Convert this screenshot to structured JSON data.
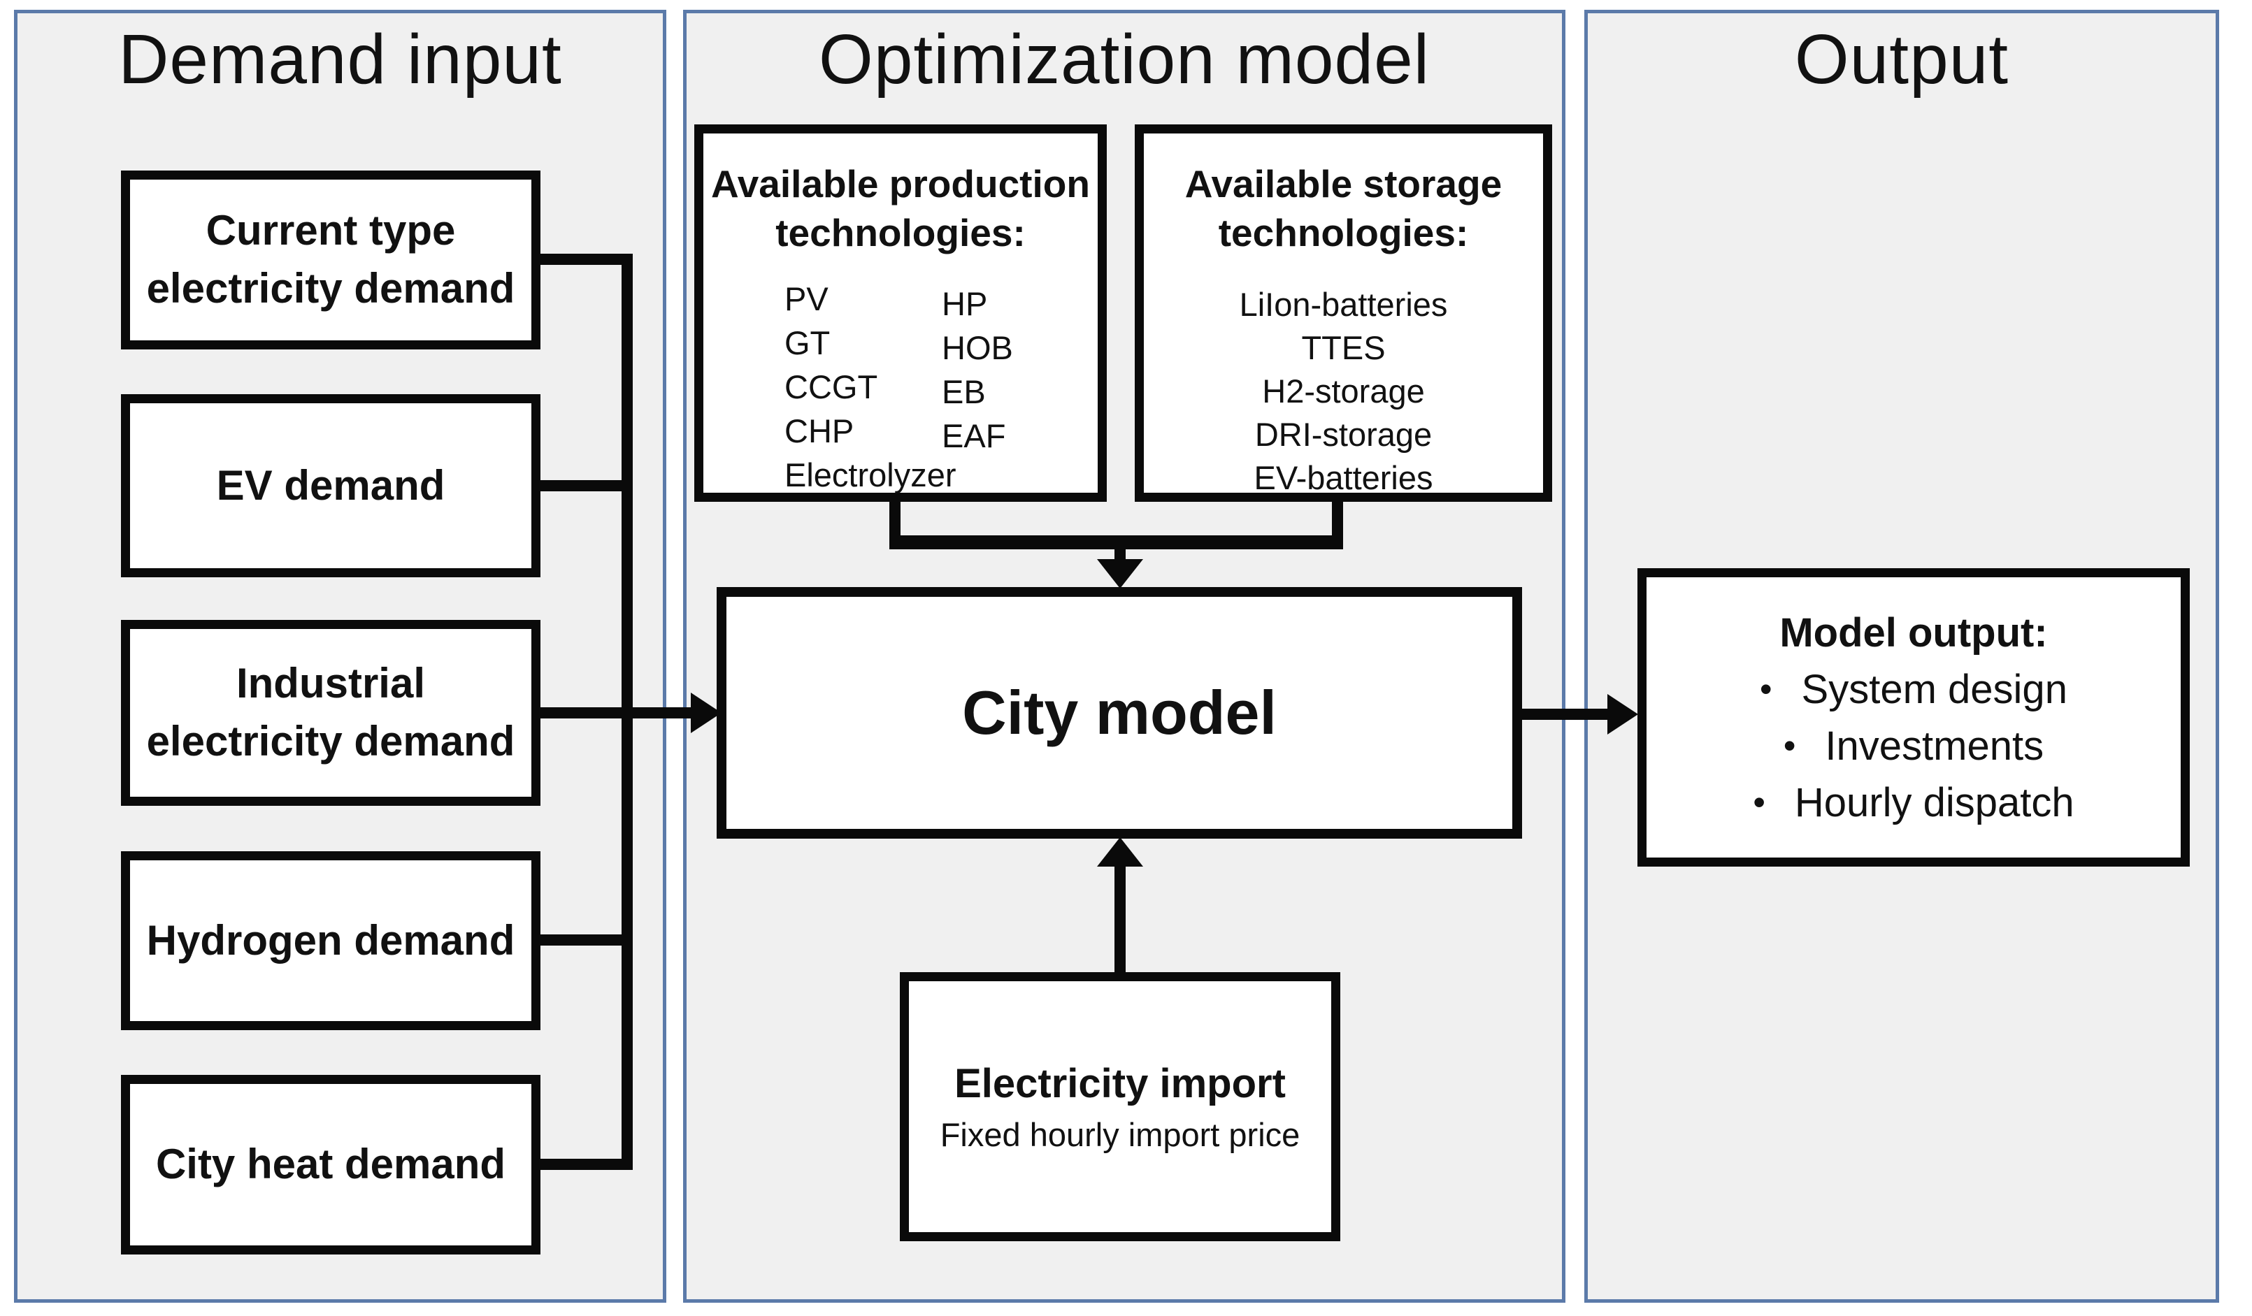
{
  "demand": {
    "title": "Demand input",
    "boxes": [
      {
        "line1": "Current type",
        "line2": "electricity demand"
      },
      {
        "line1": "EV demand",
        "line2": ""
      },
      {
        "line1": "Industrial",
        "line2": "electricity demand"
      },
      {
        "line1": "Hydrogen demand",
        "line2": ""
      },
      {
        "line1": "City heat demand",
        "line2": ""
      }
    ]
  },
  "optimization": {
    "title": "Optimization model",
    "production": {
      "heading_line1": "Available production",
      "heading_line2": "technologies:",
      "col1": [
        "PV",
        "GT",
        "CCGT",
        "CHP",
        "Electrolyzer"
      ],
      "col2": [
        "HP",
        "HOB",
        "EB",
        "EAF"
      ]
    },
    "storage": {
      "heading_line1": "Available storage",
      "heading_line2": "technologies:",
      "items": [
        "LiIon-batteries",
        "TTES",
        "H2-storage",
        "DRI-storage",
        "EV-batteries"
      ]
    },
    "city_model_label": "City model",
    "electricity_import": {
      "title": "Electricity import",
      "subtitle": "Fixed hourly import price"
    }
  },
  "output": {
    "title": "Output",
    "model_output": {
      "heading": "Model output:",
      "bullet": "•",
      "items": [
        "System design",
        "Investments",
        "Hourly dispatch"
      ]
    }
  },
  "colors": {
    "panel_border": "#5b7aa9",
    "panel_fill": "#f0f0f0",
    "diagram_line": "#0a0a0a",
    "text": "#111111",
    "box_fill": "#ffffff"
  }
}
